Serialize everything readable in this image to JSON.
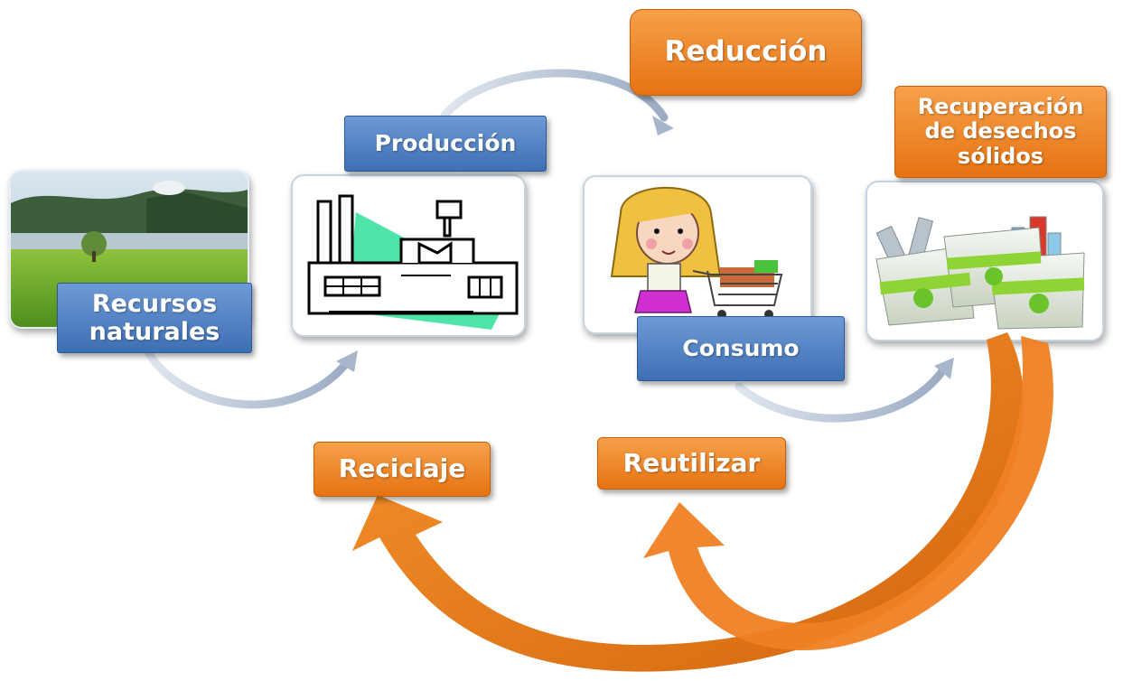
{
  "diagram": {
    "stages": {
      "recursos": "Recursos naturales",
      "produccion": "Producción",
      "consumo": "Consumo",
      "recuperacion": "Recuperación de desechos sólidos"
    },
    "actions": {
      "reduccion": "Reducción",
      "reciclaje": "Reciclaje",
      "reutilizar": "Reutilizar"
    }
  },
  "colors": {
    "blue_label": "#3d6fb4",
    "orange_label": "#e67312",
    "arrow_orange": "#ef8023",
    "arrow_gray": "#b9c6d8"
  }
}
